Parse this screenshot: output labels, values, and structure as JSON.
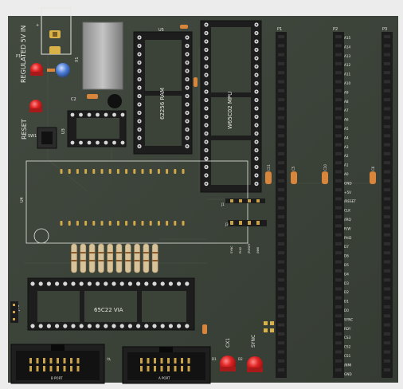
{
  "board": {
    "power_label": "REGULATED 5V IN",
    "reset_label": "RESET",
    "sw_ref": "SW1",
    "xtal_ref": "X1",
    "c2_ref": "C2",
    "u3_ref": "U3",
    "u4_ref": "U4",
    "u5_ref": "U5",
    "ram_label": "62256 RAM",
    "cpu_label": "W65C02 MPU",
    "via_label": "65C22 VIA",
    "jp_ref": "JP3",
    "j1_ref": "J1",
    "j2_ref": "J2",
    "j3_ref": "J3",
    "port_a_label": "A PORT",
    "port_b_label": "B PORT",
    "led_d1_ref": "D1",
    "led_d2_ref": "D2",
    "led_cx1_label": "CX1",
    "led_sync_label": "SYNC",
    "c11_ref": "C11",
    "c5_ref": "C5",
    "c10_ref": "C10",
    "c6_ref": "C6",
    "p1_ref": "P1",
    "p2_ref": "P2",
    "p3_ref": "P3",
    "jumper_labels": [
      "SYNC",
      "PHI2",
      "/RESET",
      "/NMI"
    ],
    "bus_labels": [
      "A15",
      "A14",
      "A13",
      "A12",
      "A11",
      "A10",
      "A9",
      "A8",
      "A7",
      "A6",
      "A5",
      "A4",
      "A3",
      "A2",
      "A1",
      "A0",
      "GND",
      "+5V",
      "/RESET",
      "CLK",
      "/IRQ",
      "R/W",
      "PHI2",
      "D7",
      "D6",
      "D5",
      "D4",
      "D3",
      "D2",
      "D1",
      "D0",
      "SYNC",
      "RDY",
      "CS3",
      "CS2",
      "CS1",
      "/NMI",
      "GND"
    ]
  },
  "colors": {
    "pcb": "#3b4238",
    "silk": "#e6e6e0",
    "header": "#1c1c1c",
    "pin": "#c9a24a",
    "led": "#d42020",
    "cap_orange": "#d9853b",
    "resistor": "#d8c29a"
  }
}
